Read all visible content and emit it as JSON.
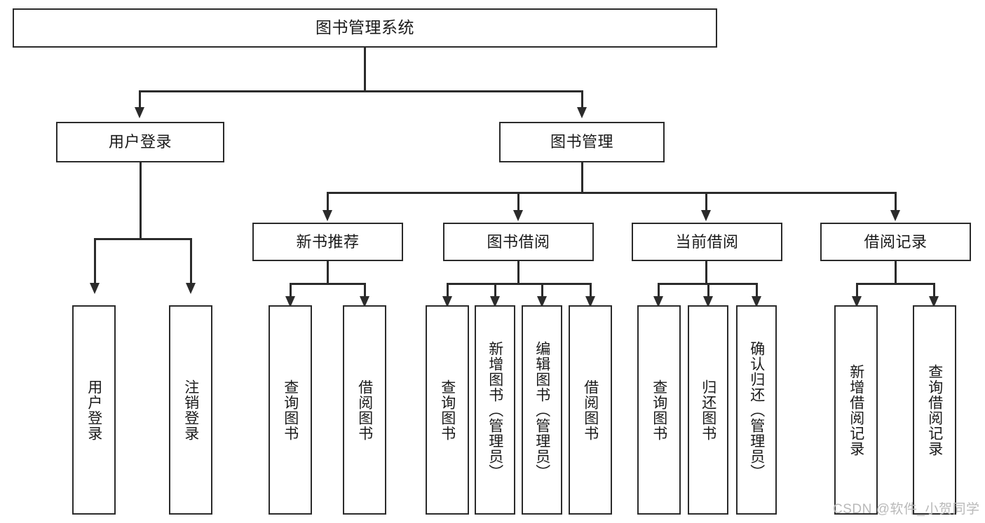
{
  "diagram": {
    "type": "tree-hierarchy",
    "title": "图书管理系统",
    "watermark": "CSDN @软件_小贺同学",
    "colors": {
      "border": "#2b2b2b",
      "background": "#ffffff",
      "text": "#1a1a1a",
      "watermark": "#b9b9b9"
    },
    "nodes": {
      "root": {
        "label": "图书管理系统"
      },
      "level2": [
        {
          "label": "用户登录"
        },
        {
          "label": "图书管理"
        }
      ],
      "level3": [
        {
          "label": "新书推荐"
        },
        {
          "label": "图书借阅"
        },
        {
          "label": "当前借阅"
        },
        {
          "label": "借阅记录"
        }
      ],
      "leaves": {
        "user_login": [
          {
            "label": "用户登录"
          },
          {
            "label": "注销登录"
          }
        ],
        "new_book": [
          {
            "label": "查询图书"
          },
          {
            "label": "借阅图书"
          }
        ],
        "book_borrow": [
          {
            "label": "查询图书"
          },
          {
            "label": "新增图书（管理员）"
          },
          {
            "label": "编辑图书（管理员）"
          },
          {
            "label": "借阅图书"
          }
        ],
        "current_borrow": [
          {
            "label": "查询图书"
          },
          {
            "label": "归还图书"
          },
          {
            "label": "确认归还（管理员）"
          }
        ],
        "borrow_record": [
          {
            "label": "新增借阅记录"
          },
          {
            "label": "查询借阅记录"
          }
        ]
      }
    }
  }
}
